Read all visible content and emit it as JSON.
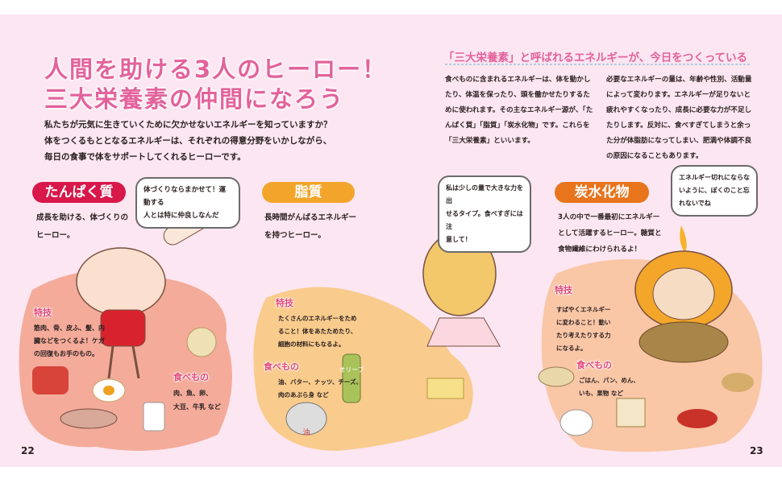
{
  "left_page": {
    "title_line1": "人間を助ける3人のヒーロー！",
    "title_line2": "三大栄養素の仲間になろう",
    "intro": [
      "私たちが元気に生きていくために欠かせないエネルギーを知っていますか？",
      "体をつくるもととなるエネルギーは、それぞれの得意分野をいかしながら、",
      "毎日の食事で体をサポートしてくれるヒーローです。"
    ],
    "protein": {
      "label": "たんぱく質",
      "desc": [
        "成長を助ける、体づくりの",
        "ヒーロー。"
      ],
      "bubble": [
        "体づくりならまかせて！運動する",
        "人とは特に仲良しなんだ"
      ],
      "skill_label": "特技",
      "skill": [
        "筋肉、骨、皮ふ、髪、内",
        "臓などをつくるよ！ケガ",
        "の回復もお手のもの。"
      ],
      "food_label": "食べもの",
      "food": [
        "肉、魚、卵、",
        "大豆、牛乳 など"
      ]
    },
    "fat": {
      "label": "脂質",
      "desc": [
        "長時間がんばるエネルギー",
        "を持つヒーロー。"
      ],
      "skill_label": "特技",
      "skill": [
        "たくさんのエネルギーをため",
        "ること！体をあたためたり、",
        "細胞の材料にもなるよ。"
      ],
      "food_label": "食べもの",
      "food": [
        "油、バター、ナッツ、チーズ、",
        "肉のあぶら身 など"
      ],
      "bottle_label": "オリーブ",
      "jar_label": "油"
    },
    "page_number": "22"
  },
  "right_page": {
    "heading": "「三大栄養素」と呼ばれるエネルギーが、今日をつくっている",
    "col1": [
      "食べものに含まれるエネルギーは、体を動かし",
      "たり、体温を保ったり、頭を働かせたりするた",
      "めに使われます。その主なエネルギー源が、「た",
      "んぱく質」「脂質」「炭水化物」です。これらを",
      "「三大栄養素」といいます。"
    ],
    "col2": [
      "必要なエネルギーの量は、年齢や性別、活動量",
      "によって変わります。エネルギーが足りないと",
      "疲れやすくなったり、成長に必要な力が不足し",
      "たりします。反対に、食べすぎてしまうと余っ",
      "た分が体脂肪になってしまい、肥満や体調不良",
      "の原因になることもあります。"
    ],
    "fat_bubble": [
      "私は少しの量で大きな力を出",
      "せるタイプ。食べすぎには注",
      "意して！"
    ],
    "carb": {
      "label": "炭水化物",
      "desc": [
        "3人の中で一番最初にエネルギー",
        "として活躍するヒーロー。糖質と",
        "食物繊維にわけられるよ！"
      ],
      "bubble": [
        "エネルギー切れにならな",
        "いように、ぼくのこと忘",
        "れないでね"
      ],
      "skill_label": "特技",
      "skill": [
        "すばやくエネルギー",
        "に変わること！動い",
        "たり考えたりする力",
        "になるよ。"
      ],
      "food_label": "食べもの",
      "food": [
        "ごはん、パン、めん、",
        "いも、果物 など"
      ]
    },
    "page_number": "23"
  },
  "colors": {
    "background": "#fce6f1",
    "title_pink": "#e2639c",
    "protein": "#d8174a",
    "fat": "#f2a52a",
    "carb": "#e8741c"
  }
}
